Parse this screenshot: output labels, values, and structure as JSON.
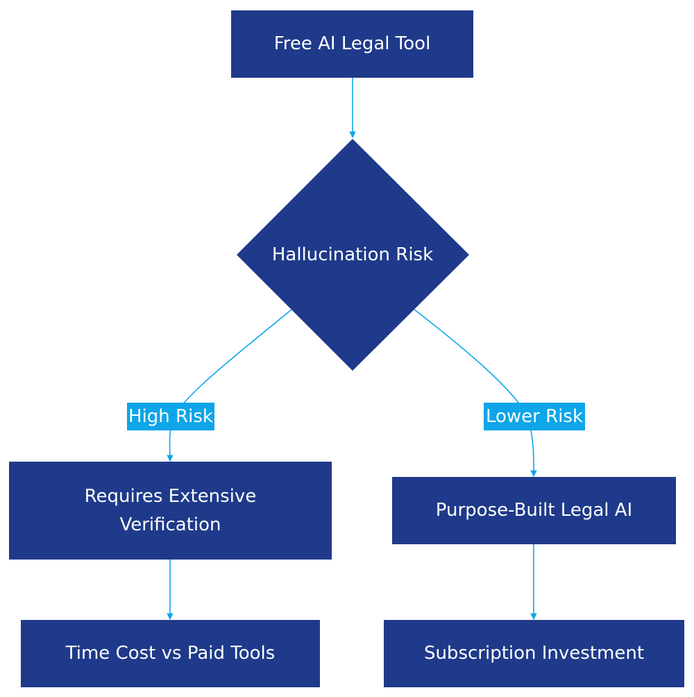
{
  "colors": {
    "node_fill": "#1f3a8a",
    "node_text": "#ffffff",
    "edge": "#0ea5e9",
    "edge_label_fill": "#0ea5e9",
    "edge_label_text": "#ffffff"
  },
  "nodes": {
    "start": "Free AI Legal Tool",
    "decision": "Hallucination Risk",
    "verification_line1": "Requires Extensive",
    "verification_line2": "Verification",
    "legal_ai": "Purpose-Built Legal AI",
    "time_cost": "Time Cost vs Paid Tools",
    "subscription": "Subscription Investment"
  },
  "edge_labels": {
    "high_risk": "High Risk",
    "lower_risk": "Lower Risk"
  }
}
